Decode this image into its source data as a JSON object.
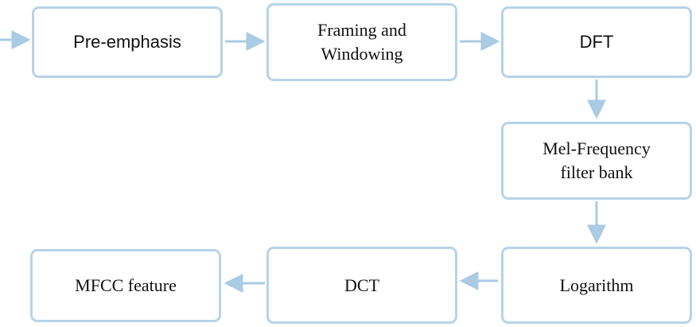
{
  "diagram": {
    "accent_color": "#b6d3e8",
    "arrow_color": "#a9cbe3",
    "text_color": "#111111",
    "blocks": {
      "pre_emphasis": "Pre-emphasis",
      "framing_windowing": "Framing and\nWindowing",
      "dft": "DFT",
      "mel_filter_bank": "Mel-Frequency\nfilter bank",
      "logarithm": "Logarithm",
      "dct": "DCT",
      "mfcc_feature": "MFCC feature"
    },
    "flow": [
      "input",
      "pre_emphasis",
      "framing_windowing",
      "dft",
      "mel_filter_bank",
      "logarithm",
      "dct",
      "mfcc_feature"
    ]
  }
}
